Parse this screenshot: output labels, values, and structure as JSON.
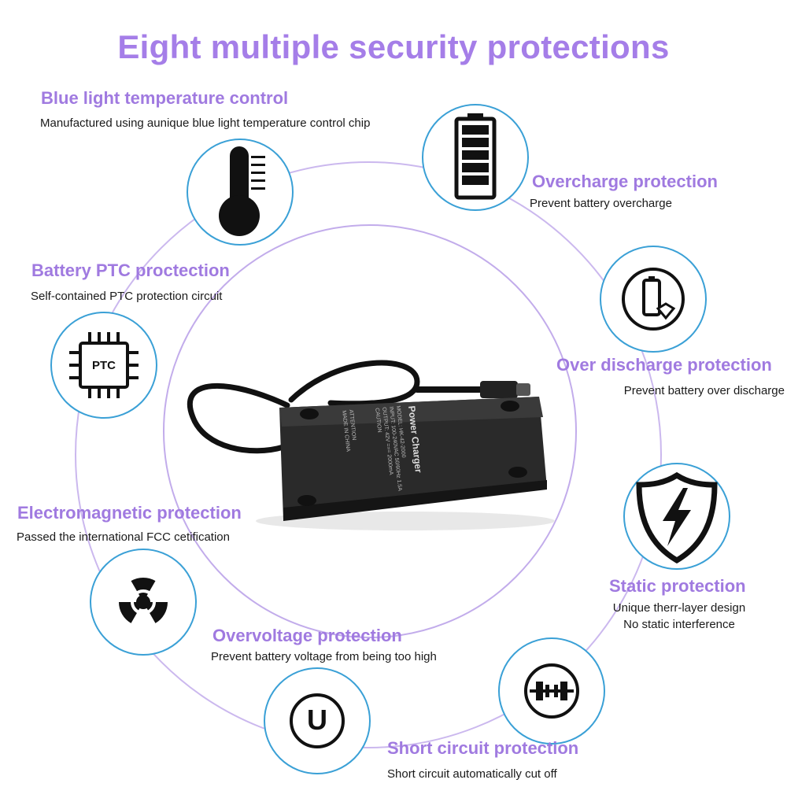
{
  "title": "Eight multiple security protections",
  "features": {
    "blue_light": {
      "title": "Blue light temperature control",
      "desc": "Manufactured using aunique blue light temperature control chip"
    },
    "overcharge": {
      "title": "Overcharge protection",
      "desc": "Prevent battery overcharge"
    },
    "battery_ptc": {
      "title": "Battery PTC proctection",
      "desc": "Self-contained PTC protection circuit",
      "icon_label": "PTC"
    },
    "over_discharge": {
      "title": "Over discharge protection",
      "desc": "Prevent battery over discharge"
    },
    "electromagnetic": {
      "title": "Electromagnetic protection",
      "desc": "Passed the international FCC cetification"
    },
    "static": {
      "title": "Static protection",
      "desc_line1": "Unique therr-layer design",
      "desc_line2": "No static interference"
    },
    "overvoltage": {
      "title": "Overvoltage protection",
      "desc": "Prevent battery voltage from being too high",
      "icon_label": "U"
    },
    "short_circuit": {
      "title": "Short circuit protection",
      "desc": "Short circuit automatically cut off"
    }
  },
  "product": {
    "label_title": "Power Charger",
    "label_model": "MODEL: HK-42-2000",
    "label_input": "INPUT: 100-240VAC 50/60Hz 1.5A",
    "label_output": "OUTPUT: 42V === 2000mA",
    "label_caution": "CAUTION",
    "label_attention": "ATTENTION",
    "label_made": "MADE IN CHINA"
  },
  "colors": {
    "accent_purple": "#a57ee8",
    "circle_blue": "#3aa0d6",
    "ring_purple": "#b9a3e8"
  }
}
